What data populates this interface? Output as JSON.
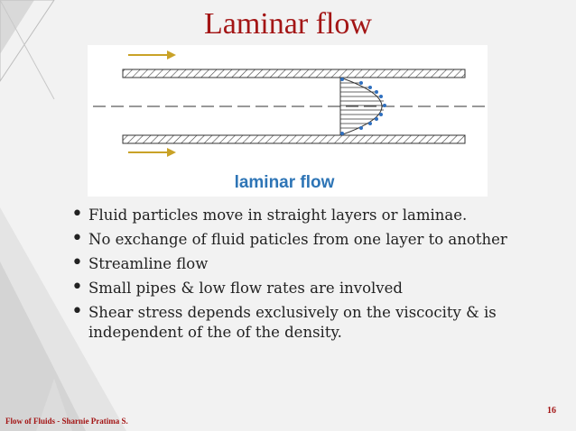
{
  "slide": {
    "title": "Laminar flow",
    "figure_caption": "laminar flow",
    "bullets": [
      "Fluid particles move in straight layers or laminae.",
      "No exchange of fluid paticles from one layer to another",
      "Streamline flow",
      "Small pipes & low flow rates are involved",
      "Shear stress depends exclusively on the viscocity & is independent of the of the density."
    ],
    "footer": "Flow of Fluids - Sharnie Pratima S.",
    "page_number": "16"
  },
  "colors": {
    "title": "#a31515",
    "caption": "#2e75b6",
    "arrow": "#c9a227",
    "velocity_dots": "#2f6fbf"
  },
  "icons": {
    "bullet": "bullet-dot"
  }
}
